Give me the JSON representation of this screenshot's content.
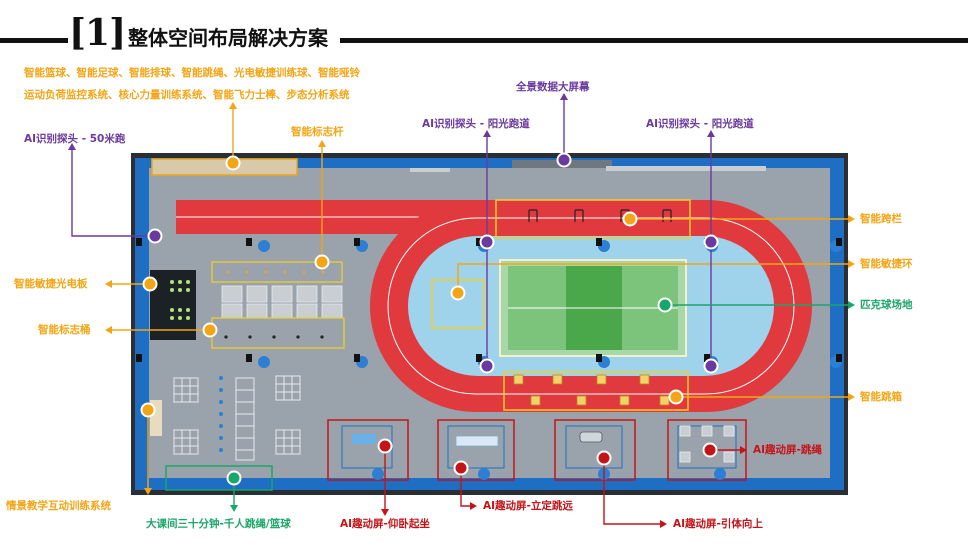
{
  "header": {
    "bracket_left": "[",
    "number": "1",
    "bracket_right": "]",
    "title": "整体空间布局解决方案"
  },
  "labels": {
    "features_line1": "智能篮球、智能足球、智能排球、智能跳绳、光电敏捷训练球、智能哑铃",
    "features_line2": "运动负荷监控系统、核心力量训练系统、智能飞力士棒、步态分析系统",
    "ai_50m": "AI识别探头 - 50米跑",
    "big_screen": "全景数据大屏幕",
    "marker_pole": "智能标志杆",
    "ai_run_1": "AI识别探头 - 阳光跑道",
    "ai_run_2": "AI识别探头 - 阳光跑道",
    "hurdle": "智能跨栏",
    "agility_ring": "智能敏捷环",
    "pickleball": "匹克球场地",
    "agility_board": "智能敏捷光电板",
    "marker_bucket": "智能标志桶",
    "jump_box": "智能跳箱",
    "scene_teaching": "情景教学互动训练系统",
    "big_break": "大课间三十分钟-千人跳绳/篮球",
    "ai_situp": "AI趣动屏-仰卧起坐",
    "ai_longjump": "AI趣动屏-立定跳远",
    "ai_pullup": "AI趣动屏-引体向上",
    "ai_rope": "AI趣动屏-跳绳"
  },
  "colors": {
    "yellow": "#f3a515",
    "purple": "#6a3a9e",
    "green": "#1aa56a",
    "red": "#c41418",
    "track": "#e0393e",
    "field": "#9fd3ec",
    "floor": "#9aa3ab",
    "wall": "#1e6fc4"
  }
}
